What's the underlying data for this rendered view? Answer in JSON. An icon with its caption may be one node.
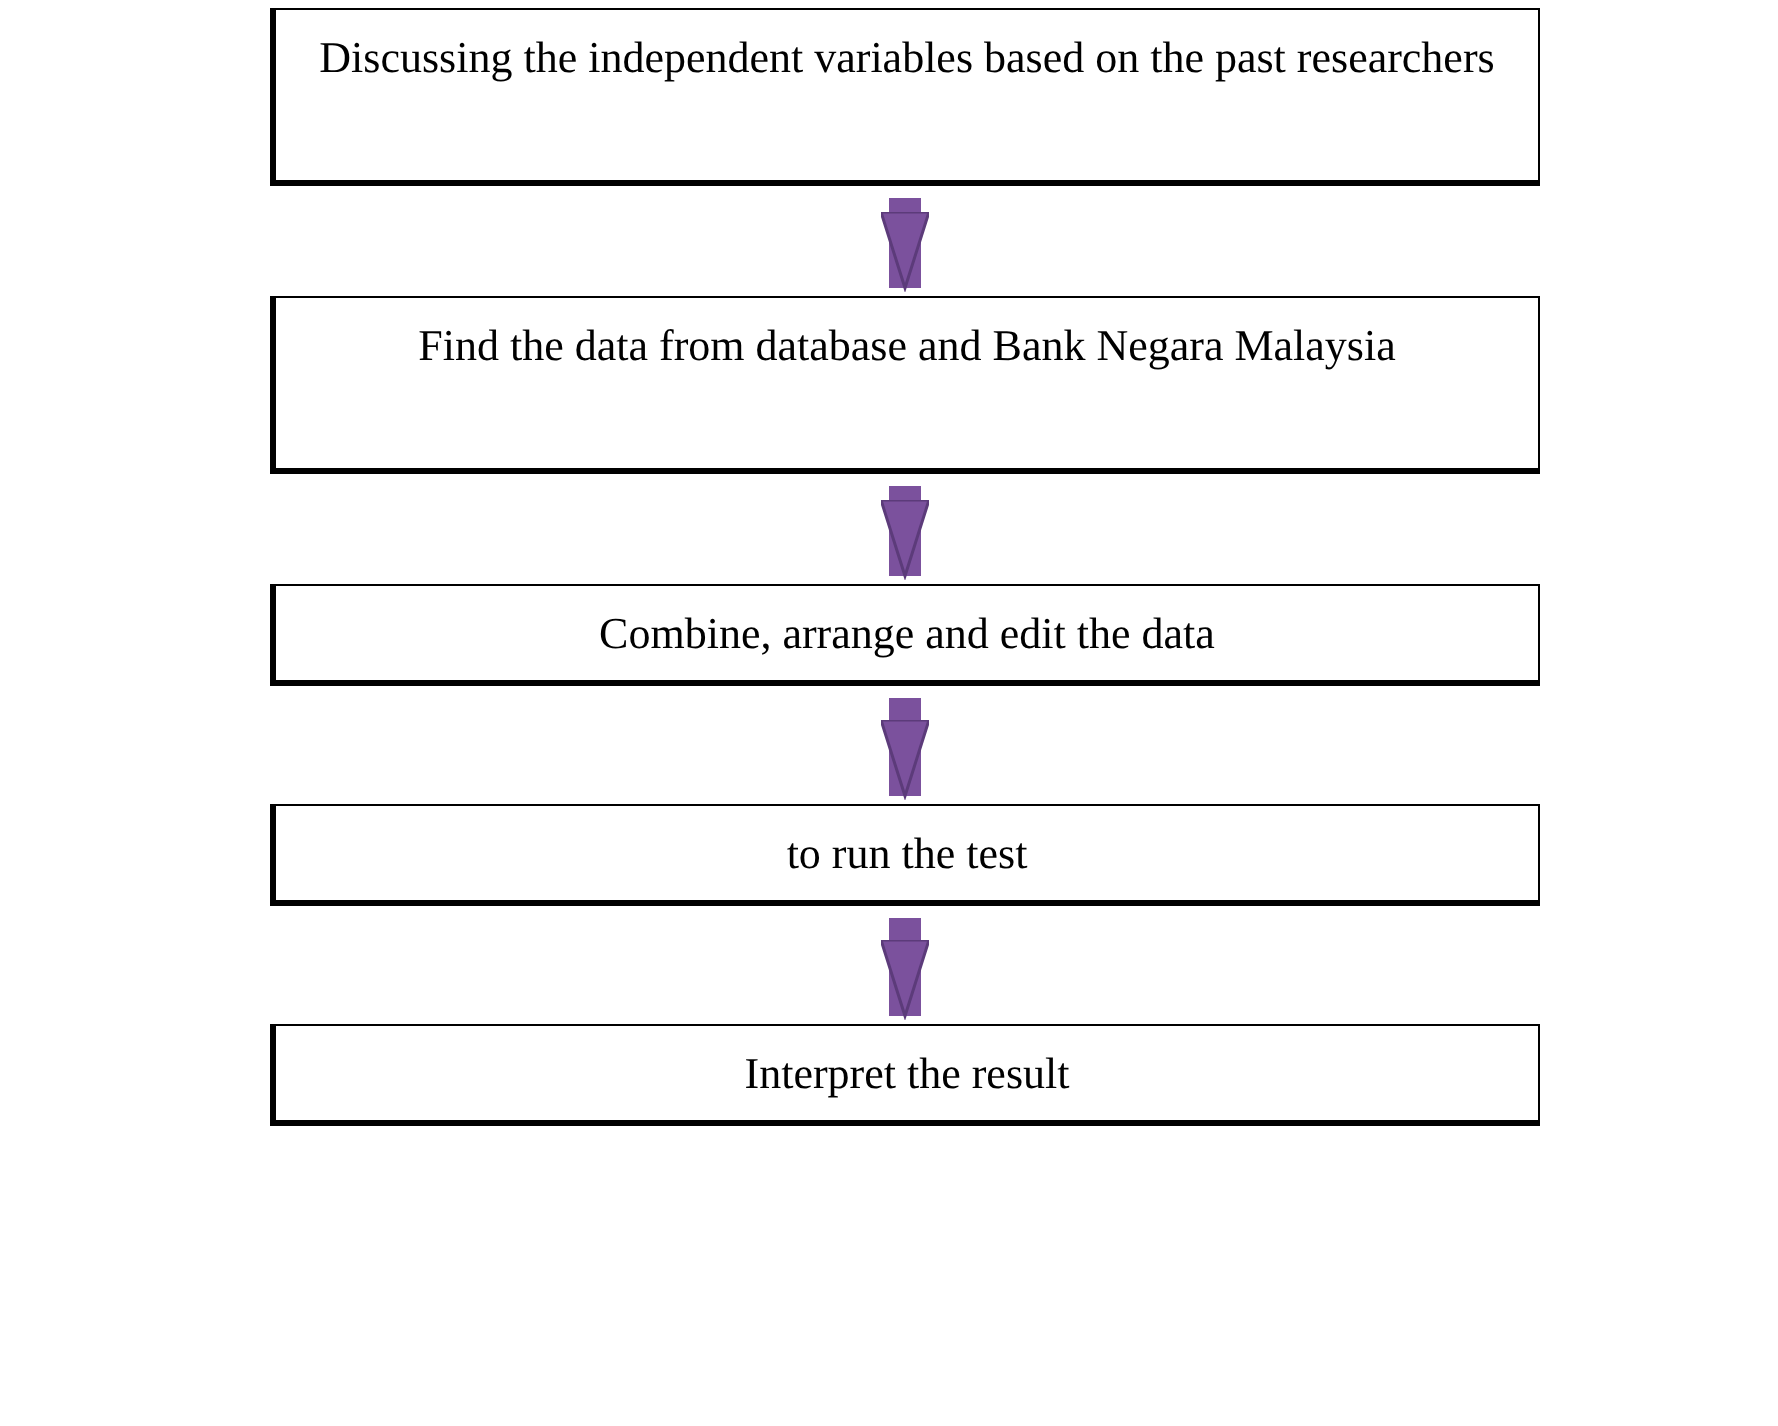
{
  "diagram": {
    "nodes": [
      {
        "text": [
          "Discussing the independent variables based on the past researchers"
        ]
      },
      {
        "text": [
          "Find the data from database and Bank Negara Malaysia"
        ]
      },
      {
        "text": [
          "Combine, arrange and edit the data"
        ]
      },
      {
        "text": [
          "to run the test"
        ]
      },
      {
        "text": [
          "Interpret the result"
        ]
      }
    ],
    "edges": [
      {
        "from": 0,
        "to": 1,
        "arrow": "to"
      },
      {
        "from": 1,
        "to": 2,
        "arrow": "to"
      },
      {
        "from": 2,
        "to": 3,
        "arrow": "to"
      },
      {
        "from": 3,
        "to": 4,
        "arrow": "to"
      }
    ]
  }
}
